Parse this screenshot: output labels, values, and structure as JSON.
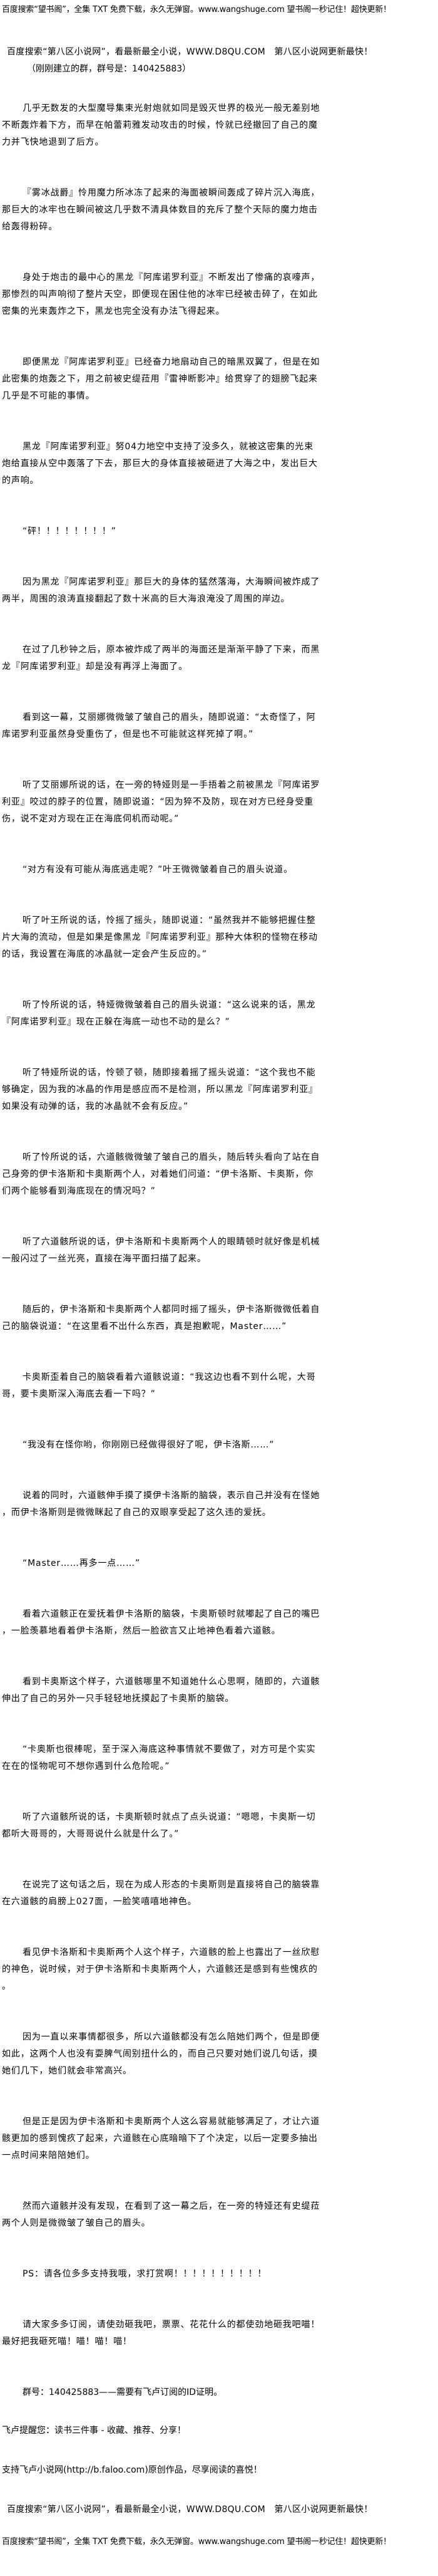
{
  "header": {
    "ad_wangshuge": "百度搜索“望书阁”，全集 TXT 免费下载，永久无弹窗。www.wangshuge.com 望书阁一秒记住！超快更新！",
    "ad_d8qu": "百度搜索“第八区小说网”，看最新最全小说，WWW.D8QU.COM　第八区小说网更新最快！",
    "group_note": "（刚刚建立的群，群号是：140425883）"
  },
  "paragraphs": [
    "几乎无数发的大型魔导集束光射炮就如同是毁灭世界的极光一般无差别地不断轰炸着下方，而早在帕蕾莉雅发动攻击的时候，怜就已经撤回了自己的魔力并飞快地退到了后方。",
    "『雾冰战爵』怜用魔力所冰冻了起来的海面被瞬间轰成了碎片沉入海底，那巨大的冰牢也在瞬间被这几乎数不清具体数目的充斥了整个天际的魔力炮击给轰得粉碎。",
    "身处于炮击的最中心的黑龙『阿库诺罗利亚』不断发出了惨痛的哀嚎声，那惨烈的叫声响彻了整片天空，即便现在困住他的冰牢已经被击碎了，在如此密集的光束轰炸之下，黑龙也完全没有办法飞得起来。",
    "即便黑龙『阿库诺罗利亚』已经奋力地扇动自己的暗黑双翼了，但是在如此密集的炮轰之下，用之前被史缇菈用『雷神断影冲』给贯穿了的翅膀飞起来几乎是不可能的事情。",
    "黑龙『阿库诺罗利亚』努04力地空中支持了没多久，就被这密集的光束炮给直接从空中轰落了下去，那巨大的身体直接被砸进了大海之中，发出巨大的声响。",
    "“砰！！！！！！！！”",
    "因为黑龙『阿库诺罗利亚』那巨大的身体的猛然落海，大海瞬间被炸成了两半，周围的浪涛直接翻起了数十米高的巨大海浪淹没了周围的岸边。",
    "在过了几秒钟之后，原本被炸成了两半的海面还是渐渐平静了下来，而黑龙『阿库诺罗利亚』却是没有再浮上海面了。",
    "看到这一幕，艾丽娜微微皱了皱自己的眉头，随即说道：“太奇怪了，阿库诺罗利亚虽然身受重伤了，但是也不可能就这样死掉了啊。”",
    "听了艾丽娜所说的话，在一旁的特娅则是一手捂着之前被黑龙『阿库诺罗利亚』咬过的脖子的位置，随即说道：“因为猝不及防，现在对方已经身受重伤，说不定对方现在正在海底伺机而动呢。”",
    "“对方有没有可能从海底逃走呢？”叶王微微皱着自己的眉头说道。",
    "听了叶王所说的话，怜摇了摇头，随即说道：“虽然我并不能够把握住整片大海的流动，但是如果是像黑龙『阿库诺罗利亚』那种大体积的怪物在移动的话，我设置在海底的冰晶就一定会产生反应的。”",
    "听了怜所说的话，特娅微微皱着自己的眉头说道：“这么说来的话，黑龙『阿库诺罗利亚』现在正躲在海底一动也不动的是么？”",
    "听了特娅所说的话，怜顿了顿，随即接着摇了摇头说道：“这个我也不能够确定，因为我的冰晶的作用是感应而不是检测，所以黑龙『阿库诺罗利亚』如果没有动弹的话，我的冰晶就不会有反应。”",
    "听了怜所说的话，六道骸微微皱了皱自己的眉头，随后转头看向了站在自己身旁的伊卡洛斯和卡奥斯两个人，对着她们问道：“伊卡洛斯、卡奥斯，你们两个能够看到海底现在的情况吗？”",
    "听了六道骸所说的话，伊卡洛斯和卡奥斯两个人的眼睛顿时就好像是机械一般闪过了一丝光亮，直接在海平面扫描了起来。",
    "随后的，伊卡洛斯和卡奥斯两个人都同时摇了摇头，伊卡洛斯微微低着自己的脑袋说道：“在这里看不出什么东西，真是抱歉呢，Master……”",
    "卡奥斯歪着自己的脑袋看着六道骸说道：“我这边也看不到什么呢，大哥哥，要卡奥斯深入海底去看一下吗？”",
    "“我没有在怪你哟，你刚刚已经做得很好了呢，伊卡洛斯……”",
    "说着的同时，六道骸伸手摸了摸伊卡洛斯的脑袋，表示自己并没有在怪她，而伊卡洛斯则是微微眯起了自己的双眼享受起了这久违的爱抚。",
    "“Master……再多一点……”",
    "看着六道骸正在爱抚着伊卡洛斯的脑袋，卡奥斯顿时就嘟起了自己的嘴巴，一脸羡慕地看着伊卡洛斯，然后一脸欲言又止地神色看着六道骸。",
    "看到卡奥斯这个样子，六道骸哪里不知道她什么心思啊，随即的，六道骸伸出了自己的另外一只手轻轻地抚摸起了卡奥斯的脑袋。",
    "“卡奥斯也很棒呢，至于深入海底这种事情就不要做了，对方可是个实实在在的怪物呢可不想你遇到什么危险呢。”",
    "听了六道骸所说的话，卡奥斯顿时就点了点头说道：“嗯嗯，卡奥斯一切都听大哥哥的，大哥哥说什么就是什么了。”",
    "在说完了这句话之后，现在为成人形态的卡奥斯则是直接将自己的脑袋靠在六道骸的肩膀上027面，一脸笑嘻嘻地神色。",
    "看见伊卡洛斯和卡奥斯两个人这个样子，六道骸的脸上也露出了一丝欣慰的神色，说时候，对于伊卡洛斯和卡奥斯两个人，六道骸还是感到有些愧疚的。",
    "因为一直以来事情都很多，所以六道骸都没有怎么陪她们两个，但是即便如此，这两个人也没有耍脾气闹别扭什么的，而自己只要对她们说几句话，摸她们几下，她们就会非常高兴。",
    "但是正是因为伊卡洛斯和卡奥斯两个人这么容易就能够满足了，才让六道骸更加的感到愧疚了起来，六道骸在心底暗暗下了个决定，以后一定要多抽出一点时间来陪陪她们。",
    "然而六道骸并没有发现，在看到了这一幕之后，在一旁的特娅还有史缇菈两个人则是微微皱了皱自己的眉头。"
  ],
  "footer": {
    "ps": "PS：请各位多多支持我哦，求打赏啊！！！！！！！！！！",
    "subscribe": "请大家多多订阅，请使劲砸我吧，票票、花花什么的都使劲地砸我吧喵！最好把我砸死喵！喵！喵！喵！",
    "group_id": "群号：140425883——需要有飞卢订阅的ID证明。",
    "faloo_reminder": "飞卢提醒您：读书三件事 - 收藏、推荐、分享！",
    "faloo_support": "支持飞卢小说网(http://b.faloo.com)原创作品，尽享阅读的喜悦！",
    "ad_d8qu": "百度搜索“第八区小说网”，看最新最全小说，WWW.D8QU.COM　第八区小说网更新最快！",
    "ad_wangshuge": "百度搜索“望书阁”，全集 TXT 免费下载，永久无弹窗。www.wangshuge.com 望书阁一秒记住！超快更新！"
  }
}
